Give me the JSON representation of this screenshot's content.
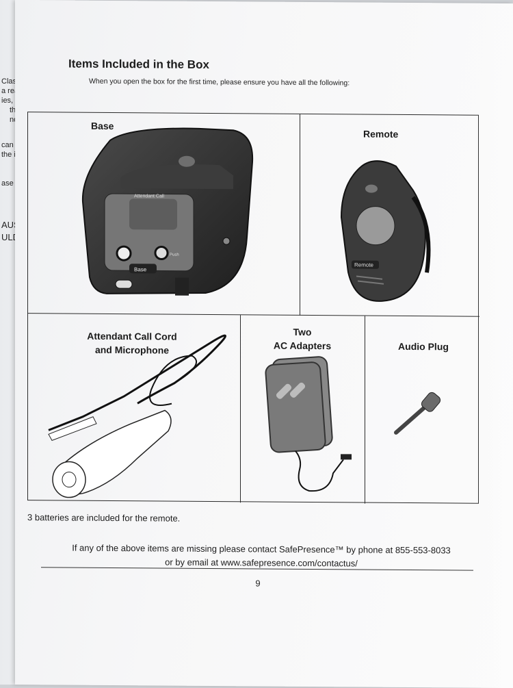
{
  "left_page": {
    "fragments": [
      "Class B",
      "a reasonab",
      "ies, uses",
      "the",
      "no",
      "can be",
      "the i",
      "ase or",
      "AUSED",
      "ULD VOID"
    ]
  },
  "page": {
    "title": "Items Included in the Box",
    "subtitle": "When you open the box for the first time, please ensure you have all the following:",
    "items": {
      "base": "Base",
      "remote": "Remote",
      "cord_line1": "Attendant Call Cord",
      "cord_line2": "and Microphone",
      "adapters_line1": "Two",
      "adapters_line2": "AC Adapters",
      "audio_plug": "Audio Plug"
    },
    "device_labels": {
      "attendant_call": "Attendant Call",
      "base_tag": "Base",
      "remote_tag": "Remote",
      "push": "Push"
    },
    "batteries_note": "3 batteries are included for the remote.",
    "contact_line1": "If any of the above items are missing please contact SafePresence™ by phone at 855-553-8033",
    "contact_line2": "or by email at www.safepresence.com/contactus/",
    "page_number": "9"
  },
  "colors": {
    "page": "#f7f7f8",
    "ink": "#1d1d1d",
    "device_dark": "#3a3a3a"
  }
}
